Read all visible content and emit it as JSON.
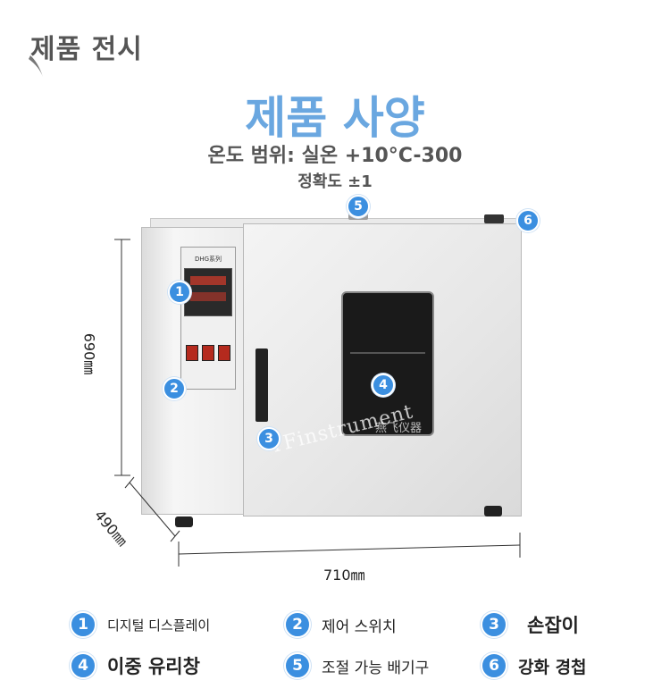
{
  "header": {
    "title": "제품 전시"
  },
  "spec": {
    "title": "제품 사양",
    "range": "온도 범위: 실온 +10°C-300",
    "accuracy": "정확도 ±1"
  },
  "product": {
    "panel_label": "DHG系列",
    "watermark": "YFinstrument",
    "watermark_sub": "燕飞仪器"
  },
  "dimensions": {
    "height": "690㎜",
    "depth": "490㎜",
    "width": "710㎜"
  },
  "badges": [
    "1",
    "2",
    "3",
    "4",
    "5",
    "6"
  ],
  "legend": [
    {
      "num": "1",
      "label": "디지털 디스플레이"
    },
    {
      "num": "2",
      "label": "제어 스위치"
    },
    {
      "num": "3",
      "label": "손잡이"
    },
    {
      "num": "4",
      "label": "이중 유리창"
    },
    {
      "num": "5",
      "label": "조절 가능 배기구"
    },
    {
      "num": "6",
      "label": "강화 경첩"
    }
  ],
  "colors": {
    "accent": "#3b8fe0",
    "title": "#6aa7e0"
  }
}
